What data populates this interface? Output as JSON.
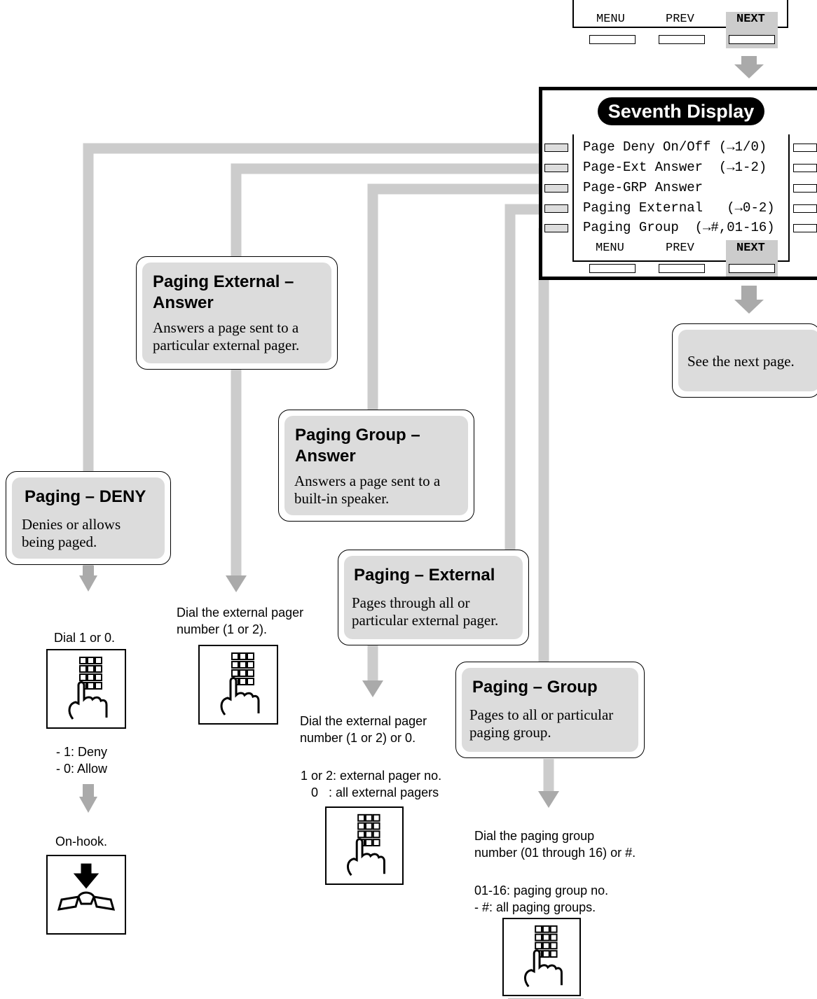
{
  "top_keys": {
    "menu": "MENU",
    "prev": "PREV",
    "next": "NEXT"
  },
  "display": {
    "title": "Seventh Display",
    "lines": [
      "Page Deny On/Off (→1/0)",
      "Page-Ext Answer  (→1-2)",
      "Page-GRP Answer",
      "Paging External   (→0-2)",
      "Paging Group  (→#,01-16)"
    ],
    "keys": {
      "menu": "MENU",
      "prev": "PREV",
      "next": "NEXT"
    }
  },
  "next_page": "See the next page.",
  "boxes": {
    "paging_deny": {
      "title": "Paging – DENY",
      "desc": "Denies or allows being paged."
    },
    "paging_external_answer": {
      "title": "Paging External – Answer",
      "desc": "Answers a page sent to a particular external pager."
    },
    "paging_group_answer": {
      "title": "Paging Group – Answer",
      "desc": "Answers a page sent to a built-in speaker."
    },
    "paging_external": {
      "title": "Paging – External",
      "desc": "Pages through all or particular external pager."
    },
    "paging_group": {
      "title": "Paging – Group",
      "desc": "Pages to all or particular paging group."
    }
  },
  "steps": {
    "deny_dial": "Dial 1 or 0.",
    "deny_options": "- 1: Deny\n- 0: Allow",
    "deny_onhook": "On-hook.",
    "ext_answer_dial": "Dial the external pager\nnumber (1 or 2).",
    "external_dial": "Dial the external pager\nnumber (1 or 2) or 0.",
    "external_options": "1 or 2: external pager no.\n   0   : all external pagers",
    "group_dial": "Dial the paging group\nnumber (01 through 16) or #.",
    "group_options": "01-16: paging group no.\n- #: all paging groups."
  },
  "icons": [
    "keypad-icon",
    "keypad-icon",
    "keypad-icon",
    "keypad-icon",
    "on-hook-icon"
  ],
  "colors": {
    "connector": "#cccccc",
    "box_fill": "#dcdcdc",
    "arrow": "#aaaaaa"
  }
}
